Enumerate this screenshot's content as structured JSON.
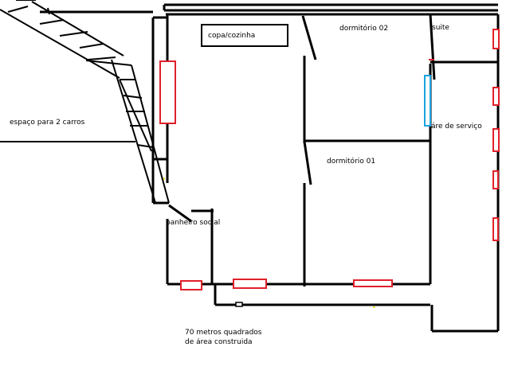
{
  "rooms": {
    "copa": "copa/cozinha",
    "dormitorio02": "dormitório 02",
    "suite": "suite",
    "area_servico": "áre de serviço",
    "dormitorio01": "dormitório 01",
    "banheiro": "banheiro social",
    "garagem": "espaço para 2 carros"
  },
  "area_note": {
    "line1": "70 metros quadrados",
    "line2": "de área construida"
  },
  "colors": {
    "wall": "#000000",
    "window": "#e0202a",
    "window_blue": "#1aa3e0",
    "marker": "#f2e24a"
  }
}
